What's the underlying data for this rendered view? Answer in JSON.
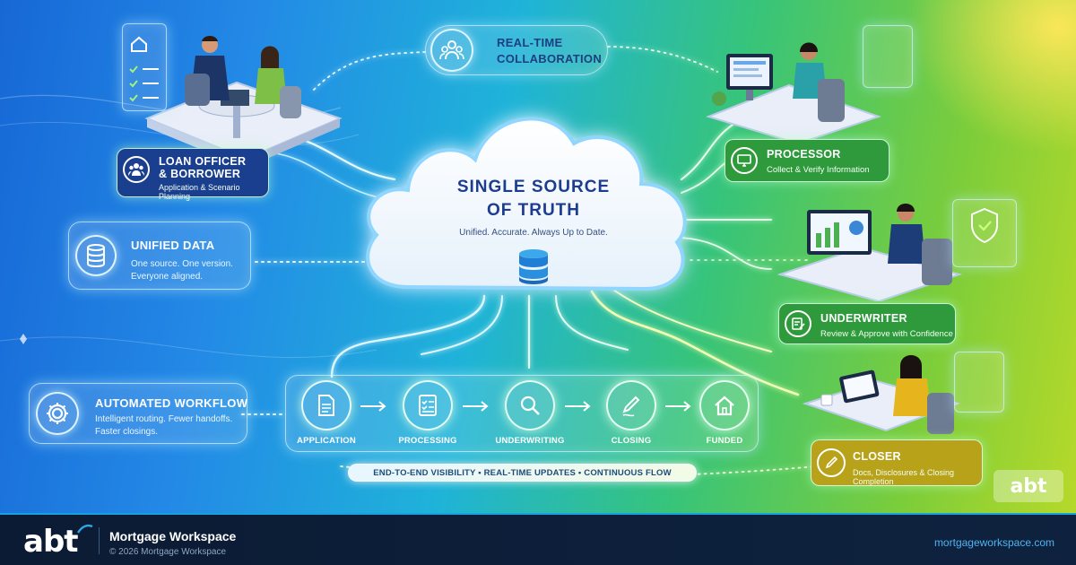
{
  "diagram": {
    "center": {
      "title_line1": "SINGLE SOURCE",
      "title_line2": "OF TRUTH",
      "subtitle": "Unified. Accurate. Always Up to Date.",
      "icon": "database-icon"
    },
    "collaboration": {
      "title_line1": "REAL-TIME",
      "title_line2": "COLLABORATION",
      "icon": "team-icon"
    },
    "unified_data": {
      "title": "UNIFIED DATA",
      "line1": "One source. One version.",
      "line2": "Everyone aligned.",
      "icon": "database-icon"
    },
    "automated_workflow": {
      "title": "AUTOMATED WORKFLOW",
      "line1": "Intelligent routing. Fewer handoffs.",
      "line2": "Faster closings.",
      "icon": "gear-icon"
    },
    "roles": [
      {
        "title_line1": "LOAN OFFICER",
        "title_line2": "& BORROWER",
        "subtitle": "Application & Scenario Planning",
        "icon": "people-icon"
      },
      {
        "title_line1": "PROCESSOR",
        "title_line2": "",
        "subtitle": "Collect & Verify Information",
        "icon": "monitor-icon"
      },
      {
        "title_line1": "UNDERWRITER",
        "title_line2": "",
        "subtitle": "Review & Approve with Confidence",
        "icon": "clipboard-pen-icon"
      },
      {
        "title_line1": "CLOSER",
        "title_line2": "",
        "subtitle": "Docs, Disclosures & Closing Completion",
        "icon": "pen-icon"
      }
    ],
    "workflow_steps": [
      {
        "label": "APPLICATION",
        "icon": "document-icon"
      },
      {
        "label": "PROCESSING",
        "icon": "checklist-icon"
      },
      {
        "label": "UNDERWRITING",
        "icon": "magnifier-icon"
      },
      {
        "label": "CLOSING",
        "icon": "pen-icon"
      },
      {
        "label": "FUNDED",
        "icon": "house-icon"
      }
    ],
    "visibility_bar": "END-TO-END VISIBILITY  •  REAL-TIME UPDATES  •  CONTINUOUS FLOW",
    "watermark": "abt"
  },
  "footer": {
    "logo": "abt",
    "title": "Mortgage Workspace",
    "copyright": "© 2026 Mortgage Workspace",
    "url": "mortgageworkspace.com"
  },
  "colors": {
    "navy_label": "#1b3f8f",
    "green_label": "#2f9a3c",
    "gold_label": "#b8a21a",
    "cloud_text": "#1c3d8f",
    "footer_bg": "#0b1b33",
    "footer_url": "#4fb4f0"
  }
}
